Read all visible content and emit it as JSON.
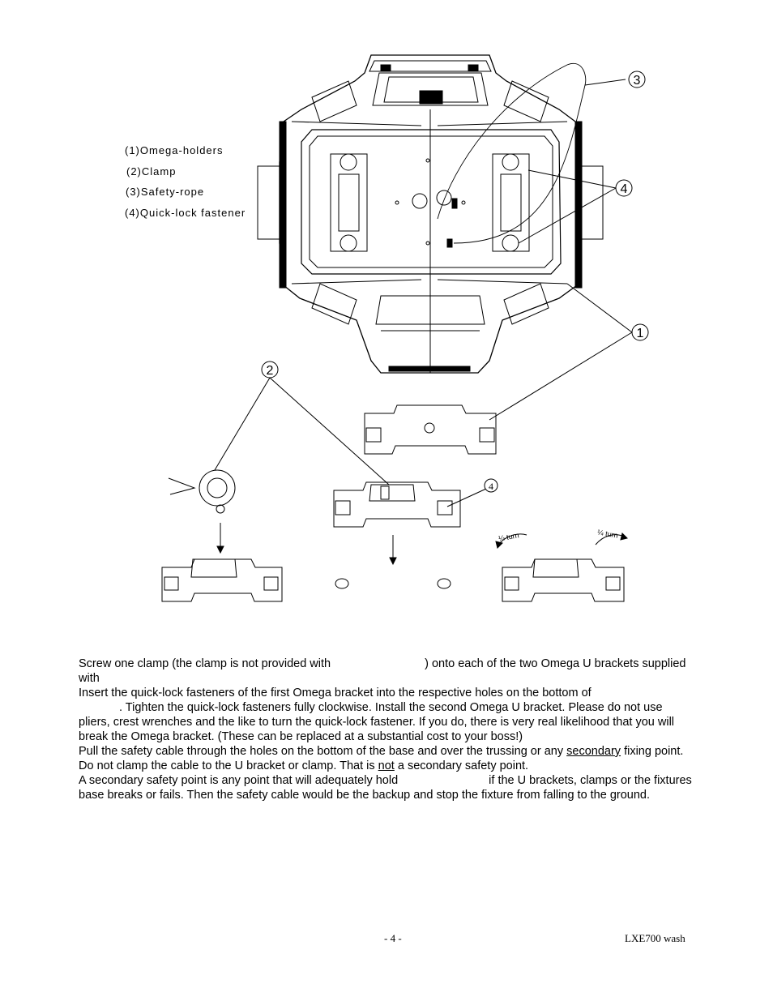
{
  "diagram": {
    "legend": [
      "(1)Omega-holders",
      "(2)Clamp",
      "(3)Safety-rope",
      "(4)Quick-lock fastener"
    ],
    "callouts": {
      "c1": "1",
      "c2": "2",
      "c3": "3",
      "c4": "4",
      "c4b": "4"
    },
    "turn_label_left": "¼ turn",
    "turn_label_right": "¼ turn"
  },
  "text": {
    "p1a": "Screw one clamp (the clamp is not provided with",
    "p1b": ") onto each of the two Omega U brackets supplied with",
    "p2a": "Insert the quick-lock fasteners of the first Omega bracket into the respective holes on the bottom of",
    "p2b": ". Tighten the quick-lock fasteners fully clockwise. Install the second Omega U bracket. Please do not use pliers, crest wrenches and the like to turn the quick-lock fastener. If you do, there is very real likelihood that you will break the Omega bracket. (These can be replaced at a substantial cost to your boss!)",
    "p3a": "Pull the safety cable through the holes on the bottom of the base and over the trussing or any",
    "p3u": "secondary",
    "p3b": "fixing point. Do not clamp the cable to the U bracket or clamp. That is",
    "p3u2": "not",
    "p3c": "a secondary safety point.",
    "p4a": "A secondary safety point is any point that will adequately hold",
    "p4b": "if the U brackets, clamps or the fixtures base breaks or fails. Then the safety cable would be the backup and stop the fixture from falling to the ground."
  },
  "footer": {
    "page": "-  4  -",
    "model": "LXE700  wash"
  }
}
